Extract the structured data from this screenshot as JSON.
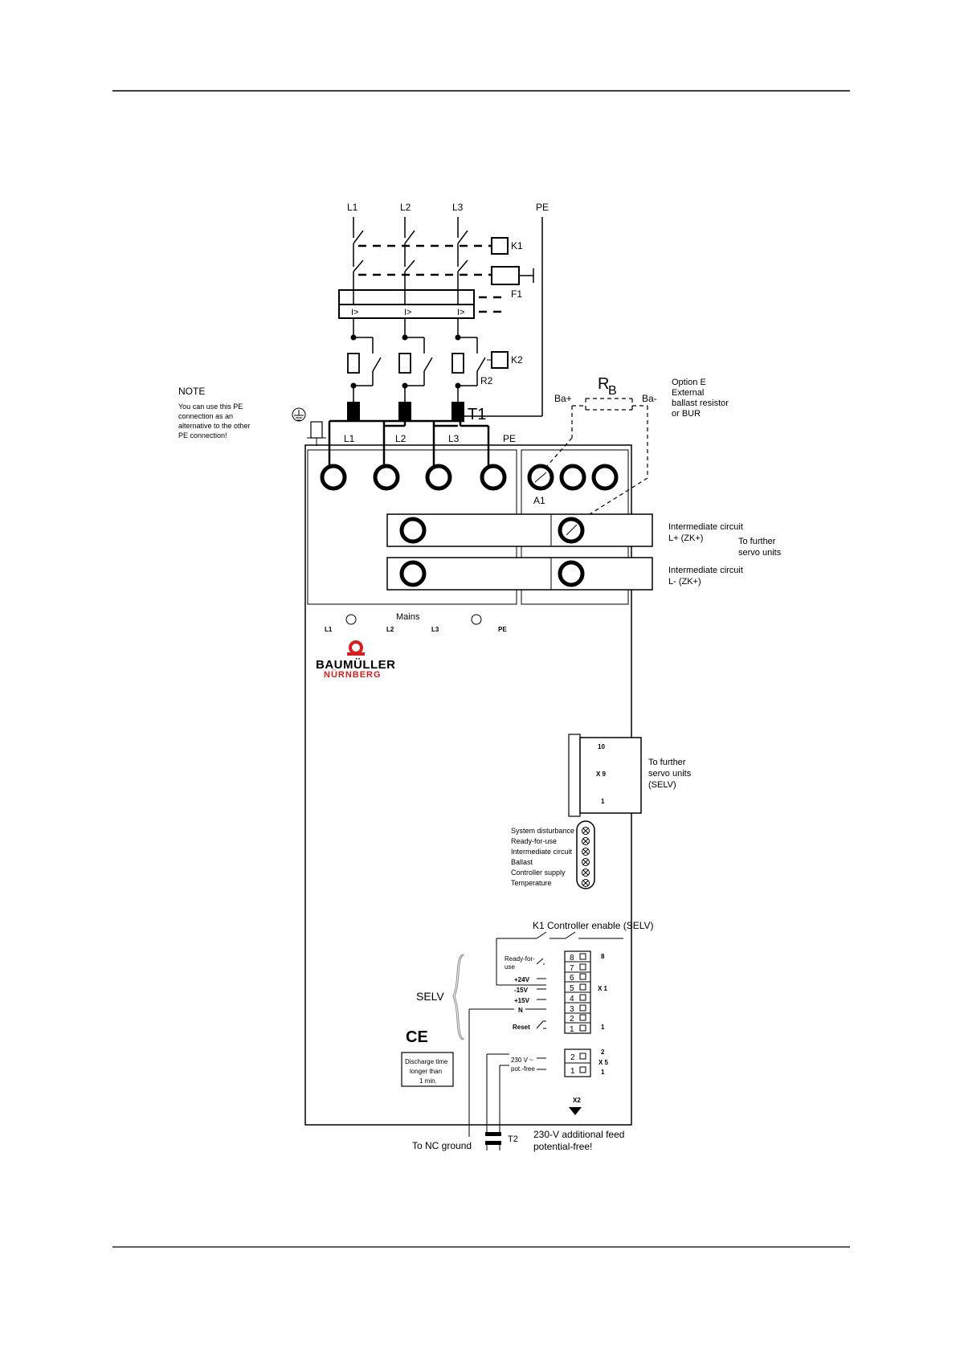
{
  "wiring": {
    "lines": [
      "L1",
      "L2",
      "L3",
      "PE"
    ],
    "contactor_k1": "K1",
    "breaker_f1": "F1",
    "overcurrent_mark": "I>",
    "contactor_k2": "K2",
    "resistor_r2": "R2",
    "transformer_t1": "T1"
  },
  "note": {
    "title": "NOTE",
    "lines": [
      "You can use this PE",
      "connection as an",
      "alternative to the other",
      "PE connection!"
    ]
  },
  "ballast": {
    "symbol_main": "R",
    "symbol_sub": "B",
    "plus": "Ba+",
    "minus": "Ba-",
    "option_lines": [
      "Option E",
      "External",
      "ballast resistor",
      "or BUR"
    ]
  },
  "device": {
    "terminal_labels": [
      "L1",
      "L2",
      "L3",
      "PE"
    ],
    "a1": "A1",
    "zk_plus": [
      "Intermediate circuit",
      "L+ (ZK+)"
    ],
    "further_servo": [
      "To further",
      "servo units"
    ],
    "zk_minus": [
      "Intermediate circuit",
      "L- (ZK+)"
    ],
    "mains": "Mains",
    "mains_small": [
      "L1",
      "L2",
      "L3",
      "PE"
    ],
    "brand_top": "BAUMÜLLER",
    "brand_bottom": "NÜRNBERG",
    "x9": {
      "top": "10",
      "label": "X 9",
      "bottom": "1"
    },
    "x9_desc": [
      "To further",
      "servo units",
      "(SELV)"
    ],
    "leds": [
      "System disturbance",
      "Ready-for-use",
      "Intermediate circuit",
      "Ballast",
      "Controller supply",
      "Temperature"
    ],
    "controller_enable": "K1  Controller enable (SELV)",
    "selv": "SELV",
    "x1_signals": [
      "Ready-for-",
      "use",
      "+24V",
      "-15V",
      "+15V",
      "N",
      "Reset"
    ],
    "x1_pins": [
      "8",
      "7",
      "6",
      "5",
      "4",
      "3",
      "2",
      "1"
    ],
    "x1_side": {
      "top": "8",
      "label": "X 1",
      "bottom": "1"
    },
    "ce": "CE",
    "discharge": [
      "Discharge time",
      "longer than",
      "1 min."
    ],
    "x5_signals": [
      "230 V ~",
      "pot.-free"
    ],
    "x5_pins": [
      "2",
      "1"
    ],
    "x5_side": {
      "top": "2",
      "label": "X 5",
      "bottom": "1"
    },
    "x2": "X2"
  },
  "bottom": {
    "nc_ground": "To NC ground",
    "t2": "T2",
    "feed": [
      "230-V additional feed",
      "potential-free!"
    ]
  },
  "colors": {
    "brand_red": "#d42020",
    "ink": "#000000"
  }
}
